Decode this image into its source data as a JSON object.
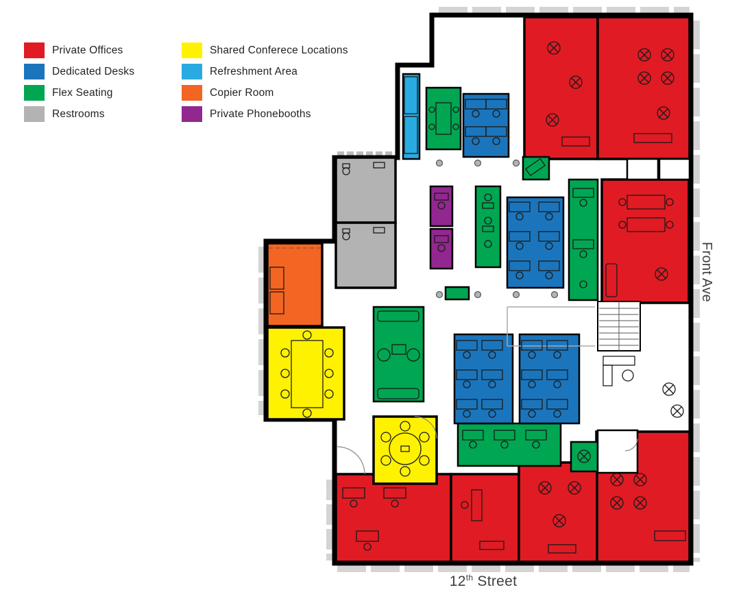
{
  "legend": {
    "items": [
      {
        "id": "private-offices",
        "label": "Private Offices",
        "color": "#e01b24"
      },
      {
        "id": "dedicated-desks",
        "label": "Dedicated Desks",
        "color": "#1b75bc"
      },
      {
        "id": "flex-seating",
        "label": "Flex Seating",
        "color": "#00a651"
      },
      {
        "id": "restrooms",
        "label": "Restrooms",
        "color": "#b3b3b3"
      },
      {
        "id": "shared-conference",
        "label": "Shared Conferece Locations",
        "color": "#fff200"
      },
      {
        "id": "refreshment-area",
        "label": "Refreshment Area",
        "color": "#29abe2"
      },
      {
        "id": "copier-room",
        "label": "Copier Room",
        "color": "#f26522"
      },
      {
        "id": "private-phonebooths",
        "label": "Private Phonebooths",
        "color": "#92278f"
      }
    ]
  },
  "colors": {
    "private_office": "#e01b24",
    "dedicated_desk": "#1b75bc",
    "flex_seating": "#00a651",
    "restroom": "#b3b3b3",
    "conference": "#fff200",
    "refreshment": "#29abe2",
    "copier": "#f26522",
    "phonebooth": "#92278f",
    "wall": "#000000",
    "window": "#d4d4d4",
    "street_text": "#3f3f41"
  },
  "street_labels": {
    "bottom_number": "12",
    "bottom_ordinal": "th",
    "bottom_name": " Street",
    "right": "Front Ave"
  },
  "rooms": [
    {
      "id": "office-north-left",
      "type": "Private Office"
    },
    {
      "id": "office-north-right",
      "type": "Private Office"
    },
    {
      "id": "office-east",
      "type": "Private Office"
    },
    {
      "id": "office-southeast",
      "type": "Private Office"
    },
    {
      "id": "office-south-1",
      "type": "Private Office"
    },
    {
      "id": "office-south-2",
      "type": "Private Office"
    },
    {
      "id": "office-south-3",
      "type": "Private Office"
    },
    {
      "id": "desks-north",
      "type": "Dedicated Desks"
    },
    {
      "id": "desks-central",
      "type": "Dedicated Desks"
    },
    {
      "id": "desks-south-left",
      "type": "Dedicated Desks"
    },
    {
      "id": "desks-south-right",
      "type": "Dedicated Desks"
    },
    {
      "id": "flex-north",
      "type": "Flex Seating"
    },
    {
      "id": "flex-column",
      "type": "Flex Seating"
    },
    {
      "id": "flex-east-strip",
      "type": "Flex Seating"
    },
    {
      "id": "flex-corner",
      "type": "Flex Seating"
    },
    {
      "id": "flex-lounge",
      "type": "Flex Seating"
    },
    {
      "id": "flex-bench",
      "type": "Flex Seating"
    },
    {
      "id": "flex-south-row",
      "type": "Flex Seating"
    },
    {
      "id": "flex-south-small",
      "type": "Flex Seating"
    },
    {
      "id": "restroom-upper",
      "type": "Restroom"
    },
    {
      "id": "restroom-lower",
      "type": "Restroom"
    },
    {
      "id": "conference-west",
      "type": "Shared Conference Location"
    },
    {
      "id": "conference-south",
      "type": "Shared Conference Location"
    },
    {
      "id": "refreshment-strip",
      "type": "Refreshment Area"
    },
    {
      "id": "copier-room",
      "type": "Copier Room"
    },
    {
      "id": "phonebooth-1",
      "type": "Private Phonebooth"
    },
    {
      "id": "phonebooth-2",
      "type": "Private Phonebooth"
    }
  ]
}
